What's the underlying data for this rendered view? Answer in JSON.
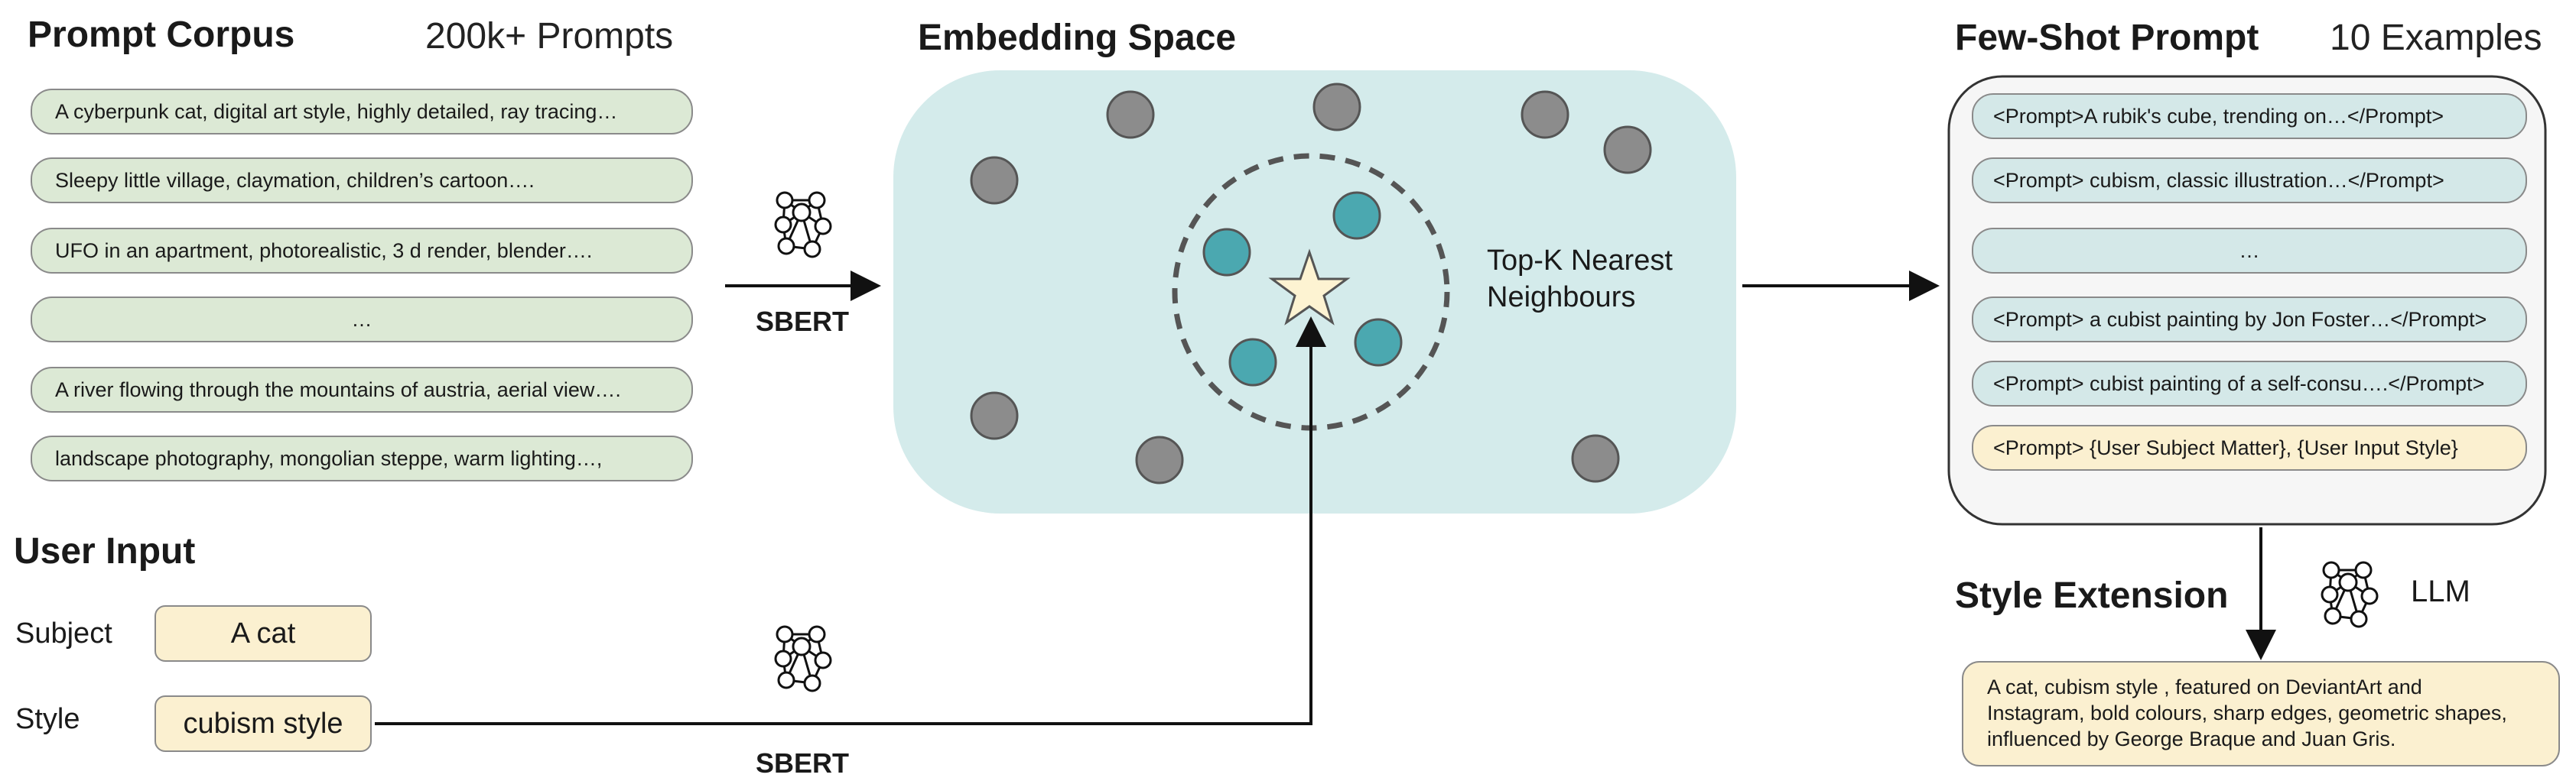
{
  "corpus": {
    "title": "Prompt Corpus",
    "count": "200k+ Prompts",
    "items": [
      "A cyberpunk cat, digital art style, highly detailed, ray tracing…",
      "Sleepy little village, claymation, children’s cartoon….",
      "UFO in an apartment, photorealistic, 3 d render, blender….",
      "…",
      "A river flowing through the mountains of austria, aerial view….",
      "landscape photography, mongolian steppe, warm lighting…,"
    ]
  },
  "encoder_top": {
    "label": "SBERT",
    "icon": "neural-network-icon"
  },
  "encoder_bottom": {
    "label": "SBERT",
    "icon": "neural-network-icon"
  },
  "embedding": {
    "title": "Embedding Space",
    "neighbour_label_line1": "Top-K Nearest",
    "neighbour_label_line2": "Neighbours"
  },
  "user_input": {
    "title": "User Input",
    "subject_label": "Subject",
    "subject_value": "A cat",
    "style_label": "Style",
    "style_value": "cubism style"
  },
  "few_shot": {
    "title": "Few-Shot Prompt",
    "count": "10 Examples",
    "items": [
      "<Prompt>A rubik's cube, trending on…</Prompt>",
      "<Prompt> cubism, classic illustration…</Prompt>",
      "…",
      "<Prompt> a cubist painting by Jon Foster…</Prompt>",
      "<Prompt> cubist painting of a self-consu….</Prompt>"
    ],
    "user_item": "<Prompt> {User Subject Matter}, {User Input Style}"
  },
  "llm": {
    "label": "LLM",
    "icon": "neural-network-icon"
  },
  "style_extension": {
    "title": "Style Extension",
    "line1": "A cat, cubism style , featured on DeviantArt and",
    "line2": "Instagram, bold colours, sharp edges, geometric shapes,",
    "line3": "influenced by George Braque and Juan Gris."
  },
  "colors": {
    "corpus_fill": "#dce9d5",
    "embedding_fill": "#d4ebeb",
    "neighbour_dot": "#4ba8b0",
    "other_dot": "#8c8c8c",
    "query_star": "#fdf3d2",
    "input_fill": "#fbf0d0",
    "few_shot_fill": "#d4e8e8"
  }
}
